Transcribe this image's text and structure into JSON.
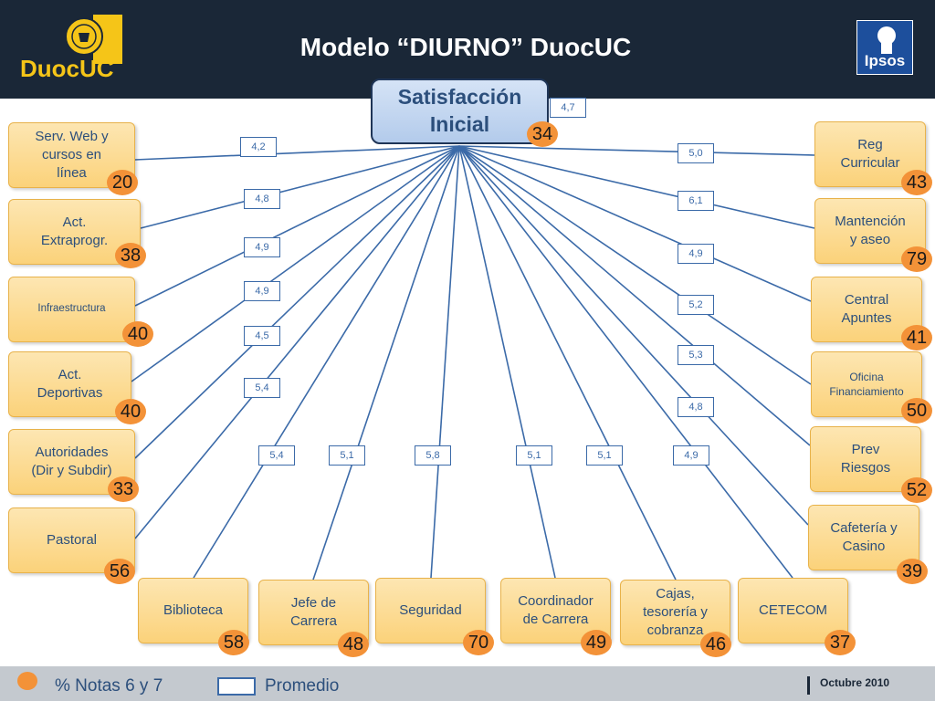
{
  "title": "Modelo  “DIURNO” DuocUC",
  "logos": {
    "left": "DuocUC",
    "right": "Ipsos"
  },
  "center": {
    "line1": "Satisfacción",
    "line2": "Inicial",
    "badge": "34",
    "value": "4,7"
  },
  "nodes": [
    {
      "id": "serv-web",
      "lines": [
        "Serv. Web y",
        "cursos en",
        "línea"
      ],
      "badge": "20",
      "value": "4,2"
    },
    {
      "id": "act-extra",
      "lines": [
        "Act.",
        "Extraprogr."
      ],
      "badge": "38",
      "value": "4,8"
    },
    {
      "id": "infraestructura",
      "lines": [
        "Infraestructura"
      ],
      "badge": "40",
      "value": "4,9"
    },
    {
      "id": "act-deportivas",
      "lines": [
        "Act.",
        "Deportivas"
      ],
      "badge": "40",
      "value": "4,9"
    },
    {
      "id": "autoridades",
      "lines": [
        "Autoridades",
        "(Dir y Subdir)"
      ],
      "badge": "33",
      "value": "4,5"
    },
    {
      "id": "pastoral",
      "lines": [
        "Pastoral"
      ],
      "badge": "56",
      "value": "5,4"
    },
    {
      "id": "biblioteca",
      "lines": [
        "Biblioteca"
      ],
      "badge": "58",
      "value": "5,4"
    },
    {
      "id": "jefe-carrera",
      "lines": [
        "Jefe de",
        "Carrera"
      ],
      "badge": "48",
      "value": "5,1"
    },
    {
      "id": "seguridad",
      "lines": [
        "Seguridad"
      ],
      "badge": "70",
      "value": "5,8"
    },
    {
      "id": "coordinador",
      "lines": [
        "Coordinador",
        "de Carrera"
      ],
      "badge": "49",
      "value": "5,1"
    },
    {
      "id": "cajas",
      "lines": [
        "Cajas,",
        "tesorería y",
        "cobranza"
      ],
      "badge": "46",
      "value": "5,1"
    },
    {
      "id": "cetecom",
      "lines": [
        "CETECOM"
      ],
      "badge": "37",
      "value": "4,9"
    },
    {
      "id": "cafeteria",
      "lines": [
        "Cafetería y",
        "Casino"
      ],
      "badge": "39",
      "value": "4,8"
    },
    {
      "id": "prev-riesgos",
      "lines": [
        "Prev",
        "Riesgos"
      ],
      "badge": "52",
      "value": "5,3"
    },
    {
      "id": "oficina-financiamiento",
      "lines": [
        "Oficina",
        "Financiamiento"
      ],
      "badge": "50",
      "value": "5,2"
    },
    {
      "id": "central-apuntes",
      "lines": [
        "Central",
        "Apuntes"
      ],
      "badge": "41",
      "value": "4,9"
    },
    {
      "id": "mantencion",
      "lines": [
        "Mantención",
        "y aseo"
      ],
      "badge": "79",
      "value": "6,1"
    },
    {
      "id": "reg-curricular",
      "lines": [
        "Reg",
        "Curricular"
      ],
      "badge": "43",
      "value": "5,0"
    }
  ],
  "legend": {
    "percent_label": "% Notas 6 y 7",
    "average_label": "Promedio"
  },
  "footer": {
    "date": "Octubre 2010"
  },
  "colors": {
    "header": "#1a2737",
    "node_fill": "#fbd27a",
    "badge": "#f39238",
    "center_fill": "#b3cbeb",
    "text": "#2c4f7c"
  }
}
